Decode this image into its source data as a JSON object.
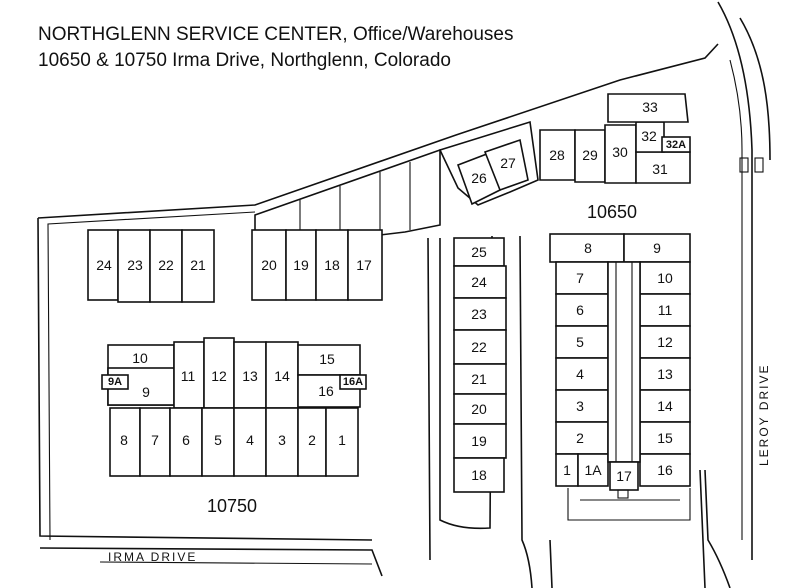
{
  "header": {
    "title": "NORTHGLENN SERVICE CENTER, Office/Warehouses",
    "address": "10650 & 10750 Irma Drive, Northglenn, Colorado"
  },
  "buildings": {
    "north": "10650",
    "south": "10750"
  },
  "streets": {
    "irma": "IRMA DRIVE",
    "leroy": "LEROY DRIVE"
  },
  "units": {
    "u1": "1",
    "u1a": "1A",
    "u2": "2",
    "u3": "3",
    "u4": "4",
    "u5": "5",
    "u6": "6",
    "u7": "7",
    "u8": "8",
    "u9": "9",
    "u10": "10",
    "u11": "11",
    "u12": "12",
    "u13": "13",
    "u14": "14",
    "u15": "15",
    "u16": "16",
    "u17": "17",
    "u18": "18",
    "u19": "19",
    "u20": "20",
    "u21": "21",
    "u22": "22",
    "u23": "23",
    "u24": "24",
    "u25": "25",
    "u26": "26",
    "u27": "27",
    "u28": "28",
    "u29": "29",
    "u30": "30",
    "u31": "31",
    "u32": "32",
    "u32a": "32A",
    "u33": "33",
    "w1": "1",
    "w2": "2",
    "w3": "3",
    "w4": "4",
    "w5": "5",
    "w6": "6",
    "w7": "7",
    "w8": "8",
    "w9": "9",
    "w9a": "9A",
    "w10": "10",
    "w11": "11",
    "w12": "12",
    "w13": "13",
    "w14": "14",
    "w15": "15",
    "w16": "16",
    "w16a": "16A",
    "w17": "17",
    "w18": "18",
    "w19": "19",
    "w20": "20",
    "w21": "21",
    "w22": "22",
    "w23": "23",
    "w24": "24"
  }
}
